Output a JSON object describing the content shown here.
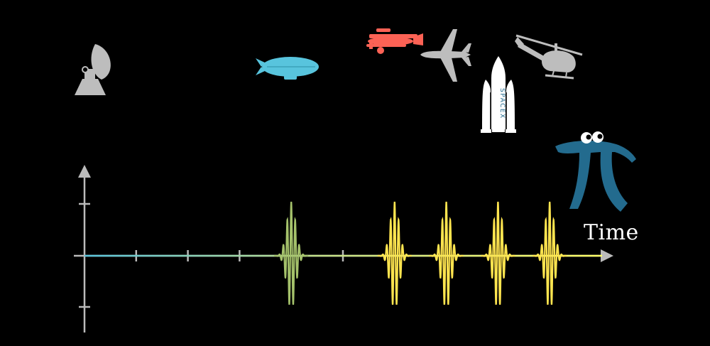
{
  "axis": {
    "x_label": "Time",
    "axis_color": "#bbbbbb"
  },
  "icons": {
    "radar": {
      "name": "radar-dish-icon",
      "color": "#bdbdbd"
    },
    "blimp": {
      "name": "blimp-icon",
      "color": "#58c4dd"
    },
    "biplane": {
      "name": "biplane-icon",
      "color": "#fc6255"
    },
    "jet": {
      "name": "jet-airplane-icon",
      "color": "#bdbdbd"
    },
    "rocket": {
      "name": "rocket-icon",
      "color": "#ffffff",
      "text": "SPACEX",
      "text_color": "#236b8e"
    },
    "helicopter": {
      "name": "helicopter-icon",
      "color": "#bdbdbd"
    },
    "pi": {
      "name": "pi-creature-icon",
      "color": "#236b8e"
    }
  },
  "signal": {
    "baseline_colors": [
      "#58c4dd",
      "#c4e08a",
      "#ffff66"
    ],
    "echo_pulses": [
      {
        "time": 4.0,
        "amplitude": 1.0,
        "color": "#a5c26b"
      },
      {
        "time": 6.0,
        "amplitude": 1.0,
        "color": "#ffe54f"
      },
      {
        "time": 7.0,
        "amplitude": 1.0,
        "color": "#ffe54f"
      },
      {
        "time": 8.0,
        "amplitude": 1.0,
        "color": "#ffe54f"
      },
      {
        "time": 9.0,
        "amplitude": 1.0,
        "color": "#ffe54f"
      }
    ]
  }
}
